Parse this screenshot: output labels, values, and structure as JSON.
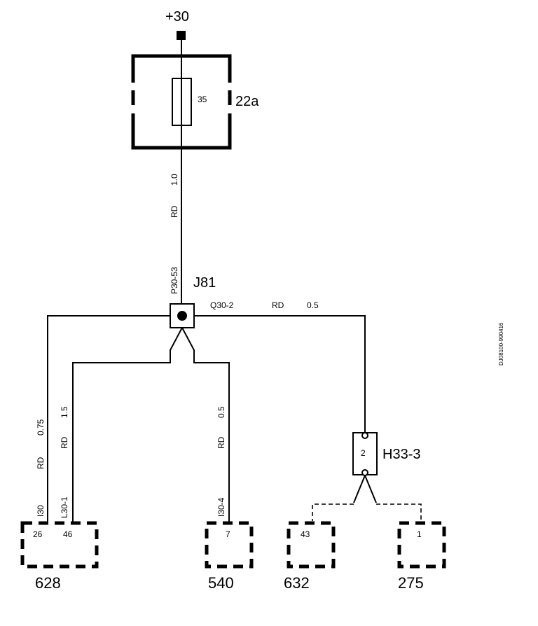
{
  "supply": {
    "label": "+30"
  },
  "fuse_box": {
    "id": "22a",
    "fuse_value": "35"
  },
  "main_wire": {
    "gauge": "1.0",
    "color": "RD",
    "code": "P30-53"
  },
  "splice": {
    "id": "J81"
  },
  "branch_right": {
    "code": "Q30-2",
    "color": "RD",
    "gauge": "0.5"
  },
  "branch_left_outer": {
    "gauge": "0.75",
    "color": "RD",
    "code": "I30"
  },
  "branch_left_inner": {
    "gauge": "1.5",
    "color": "RD",
    "code": "L30-1"
  },
  "branch_mid": {
    "gauge": "0.5",
    "color": "RD",
    "code": "I30-4"
  },
  "component_h33": {
    "id": "H33-3",
    "pin": "2"
  },
  "connectors": [
    {
      "id": "628",
      "pins": [
        "26",
        "46"
      ]
    },
    {
      "id": "540",
      "pins": [
        "7"
      ]
    },
    {
      "id": "632",
      "pins": [
        "43"
      ]
    },
    {
      "id": "275",
      "pins": [
        "1"
      ]
    }
  ],
  "doc_ref": "DJ08100-990416"
}
